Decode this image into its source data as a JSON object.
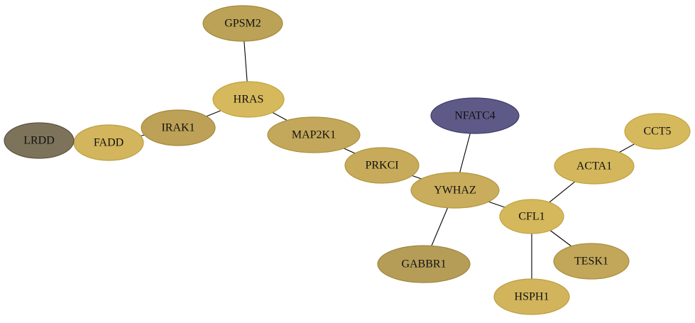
{
  "graph": {
    "nodes": [
      {
        "id": "GPSM2",
        "label": "GPSM2",
        "fill": "#bba257",
        "stroke": "#a48a3c"
      },
      {
        "id": "HRAS",
        "label": "HRAS",
        "fill": "#d6b95c",
        "stroke": "#c2a441"
      },
      {
        "id": "IRAK1",
        "label": "IRAK1",
        "fill": "#bda157",
        "stroke": "#a6893d"
      },
      {
        "id": "FADD",
        "label": "FADD",
        "fill": "#d2b55c",
        "stroke": "#bea042"
      },
      {
        "id": "LRDD",
        "label": "LRDD",
        "fill": "#7d735b",
        "stroke": "#5e543d"
      },
      {
        "id": "MAP2K1",
        "label": "MAP2K1",
        "fill": "#c3a75a",
        "stroke": "#ac903f"
      },
      {
        "id": "PRKCI",
        "label": "PRKCI",
        "fill": "#c7ab5b",
        "stroke": "#b09440"
      },
      {
        "id": "NFATC4",
        "label": "NFATC4",
        "fill": "#5e5a88",
        "stroke": "#3f3b6b"
      },
      {
        "id": "YWHAZ",
        "label": "YWHAZ",
        "fill": "#c9ad5c",
        "stroke": "#b29641"
      },
      {
        "id": "GABBR1",
        "label": "GABBR1",
        "fill": "#b59d58",
        "stroke": "#9e863e"
      },
      {
        "id": "CFL1",
        "label": "CFL1",
        "fill": "#d5b85c",
        "stroke": "#c1a341"
      },
      {
        "id": "HSPH1",
        "label": "HSPH1",
        "fill": "#d1b45c",
        "stroke": "#bd9f42"
      },
      {
        "id": "TESK1",
        "label": "TESK1",
        "fill": "#c2a659",
        "stroke": "#ab8f3f"
      },
      {
        "id": "ACTA1",
        "label": "ACTA1",
        "fill": "#d4b75c",
        "stroke": "#c0a241"
      },
      {
        "id": "CCT5",
        "label": "CCT5",
        "fill": "#d6b95d",
        "stroke": "#c2a442"
      }
    ],
    "edges": [
      {
        "from": "GPSM2",
        "to": "HRAS"
      },
      {
        "from": "HRAS",
        "to": "IRAK1"
      },
      {
        "from": "HRAS",
        "to": "MAP2K1"
      },
      {
        "from": "IRAK1",
        "to": "FADD"
      },
      {
        "from": "FADD",
        "to": "LRDD"
      },
      {
        "from": "MAP2K1",
        "to": "PRKCI"
      },
      {
        "from": "PRKCI",
        "to": "YWHAZ"
      },
      {
        "from": "NFATC4",
        "to": "YWHAZ"
      },
      {
        "from": "YWHAZ",
        "to": "GABBR1"
      },
      {
        "from": "YWHAZ",
        "to": "CFL1"
      },
      {
        "from": "CFL1",
        "to": "HSPH1"
      },
      {
        "from": "CFL1",
        "to": "TESK1"
      },
      {
        "from": "CFL1",
        "to": "ACTA1"
      },
      {
        "from": "ACTA1",
        "to": "CCT5"
      }
    ]
  }
}
